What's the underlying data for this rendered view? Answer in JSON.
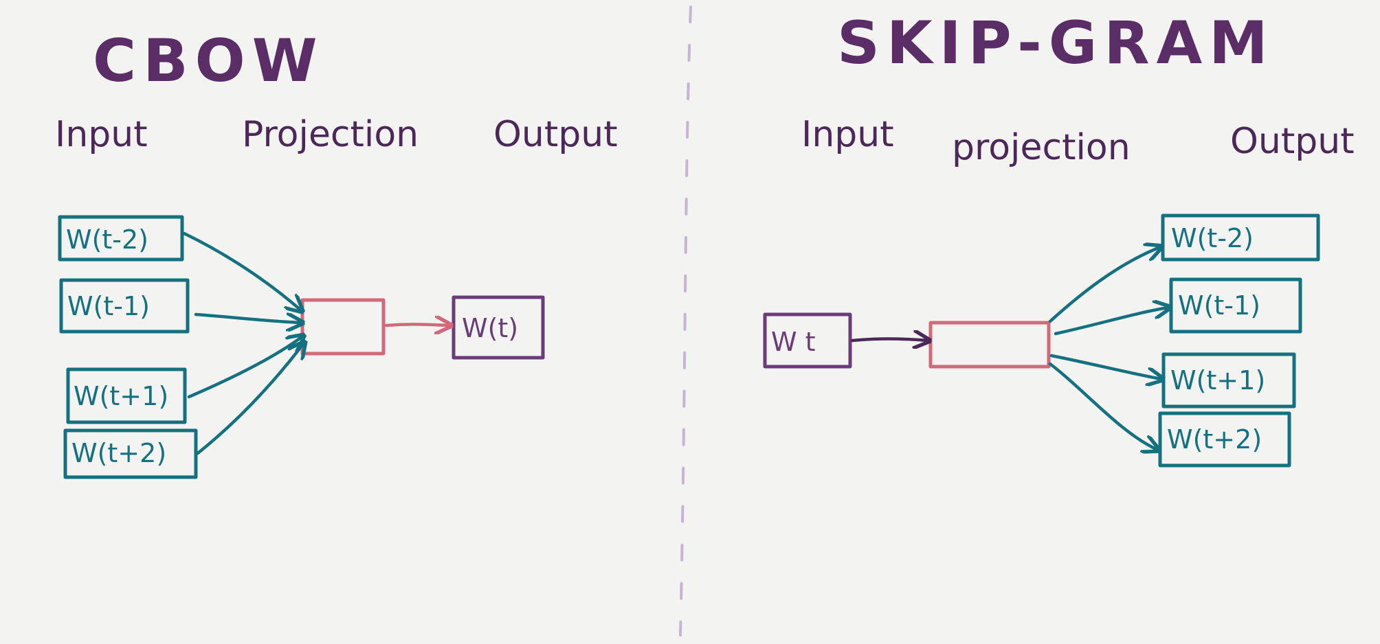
{
  "cbow": {
    "title": "CBOW",
    "headers": {
      "input": "Input",
      "projection": "Projection",
      "output": "Output"
    },
    "inputs": [
      "W(t-2)",
      "W(t-1)",
      "W(t+1)",
      "W(t+2)"
    ],
    "output": "W(t)"
  },
  "skipgram": {
    "title": "SKIP-GRAM",
    "headers": {
      "input": "Input",
      "projection": "projection",
      "output": "Output"
    },
    "input": "W t",
    "outputs": [
      "W(t-2)",
      "W(t-1)",
      "W(t+1)",
      "W(t+2)"
    ]
  },
  "colors": {
    "title": "#5a2d66",
    "teal": "#157080",
    "purple": "#6a3d7a",
    "pink": "#d06a7a",
    "divider": "#c7b3d3",
    "background": "#f3f3f2"
  }
}
